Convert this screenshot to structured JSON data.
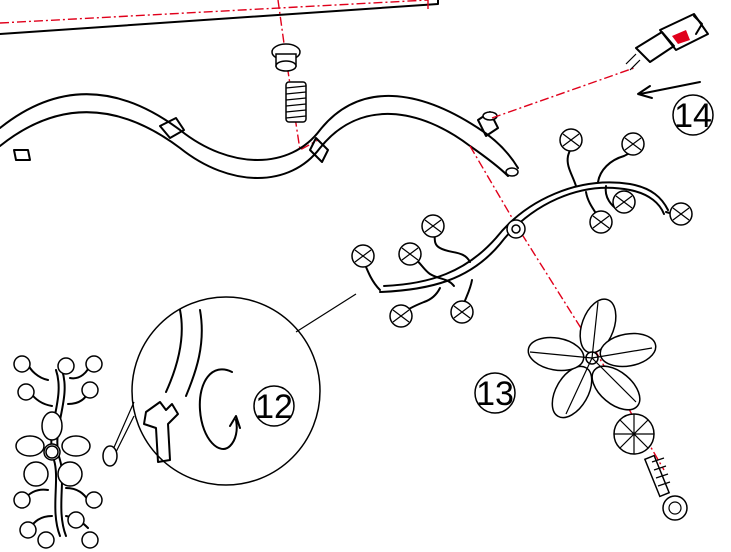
{
  "steps": [
    {
      "id": "step-12",
      "label": "12"
    },
    {
      "id": "step-13",
      "label": "13"
    },
    {
      "id": "step-14",
      "label": "14"
    }
  ],
  "colors": {
    "guide_line": "#e0001b",
    "ink": "#000000"
  },
  "icons": [
    "wrench-icon",
    "rotate-clockwise-icon",
    "arrow-left-icon",
    "lamp-bulb-icon",
    "crystal-ball-icon",
    "flower-shade-icon"
  ]
}
